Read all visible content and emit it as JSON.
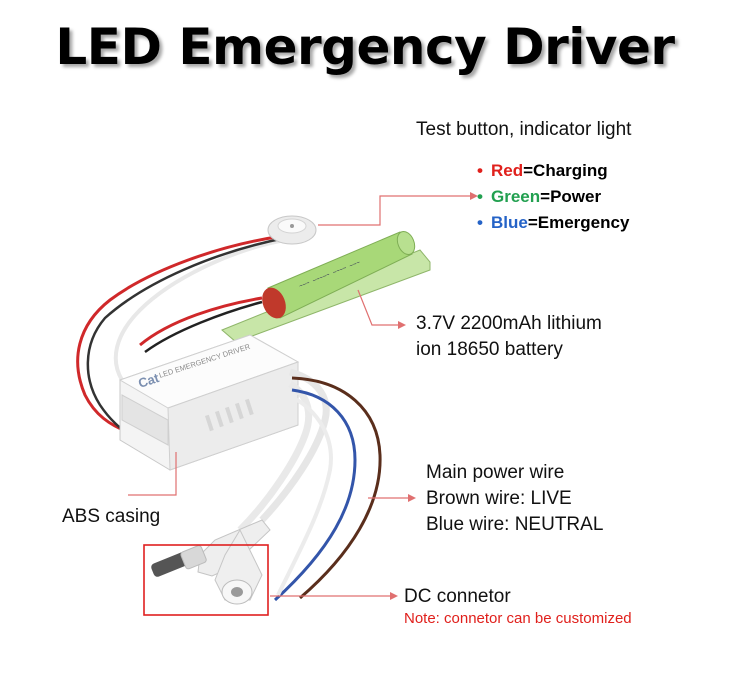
{
  "title": "LED Emergency Driver",
  "callouts": {
    "test_button": "Test button, indicator light",
    "battery_line1": "3.7V 2200mAh lithium",
    "battery_line2": "ion 18650 battery",
    "abs_casing": "ABS casing",
    "main_power": "Main power wire",
    "brown_wire": "Brown wire: LIVE",
    "blue_wire": "Blue wire: NEUTRAL",
    "dc_connector": "DC connetor",
    "note": "Note: connetor can be customized"
  },
  "legend": [
    {
      "bullet": "•",
      "color_word": "Red",
      "rest": "=Charging",
      "color": "#e0201c",
      "bullet_color": "#e0201c"
    },
    {
      "bullet": "•",
      "color_word": "Green",
      "rest": "=Power",
      "color": "#22a050",
      "bullet_color": "#22a050"
    },
    {
      "bullet": "•",
      "color_word": "Blue",
      "rest": "=Emergency",
      "color": "#2563c7",
      "bullet_color": "#2563c7"
    }
  ],
  "device_print": {
    "brand": "Cat",
    "label": "LED EMERGENCY DRIVER"
  },
  "colors": {
    "arrow": "#e07070",
    "highlight_box": "#e02020",
    "battery": "#a8d878",
    "battery_cap": "#c0392b",
    "brown_wire": "#5a2e1c",
    "blue_wire": "#3355aa",
    "red_wire": "#d0282a"
  }
}
